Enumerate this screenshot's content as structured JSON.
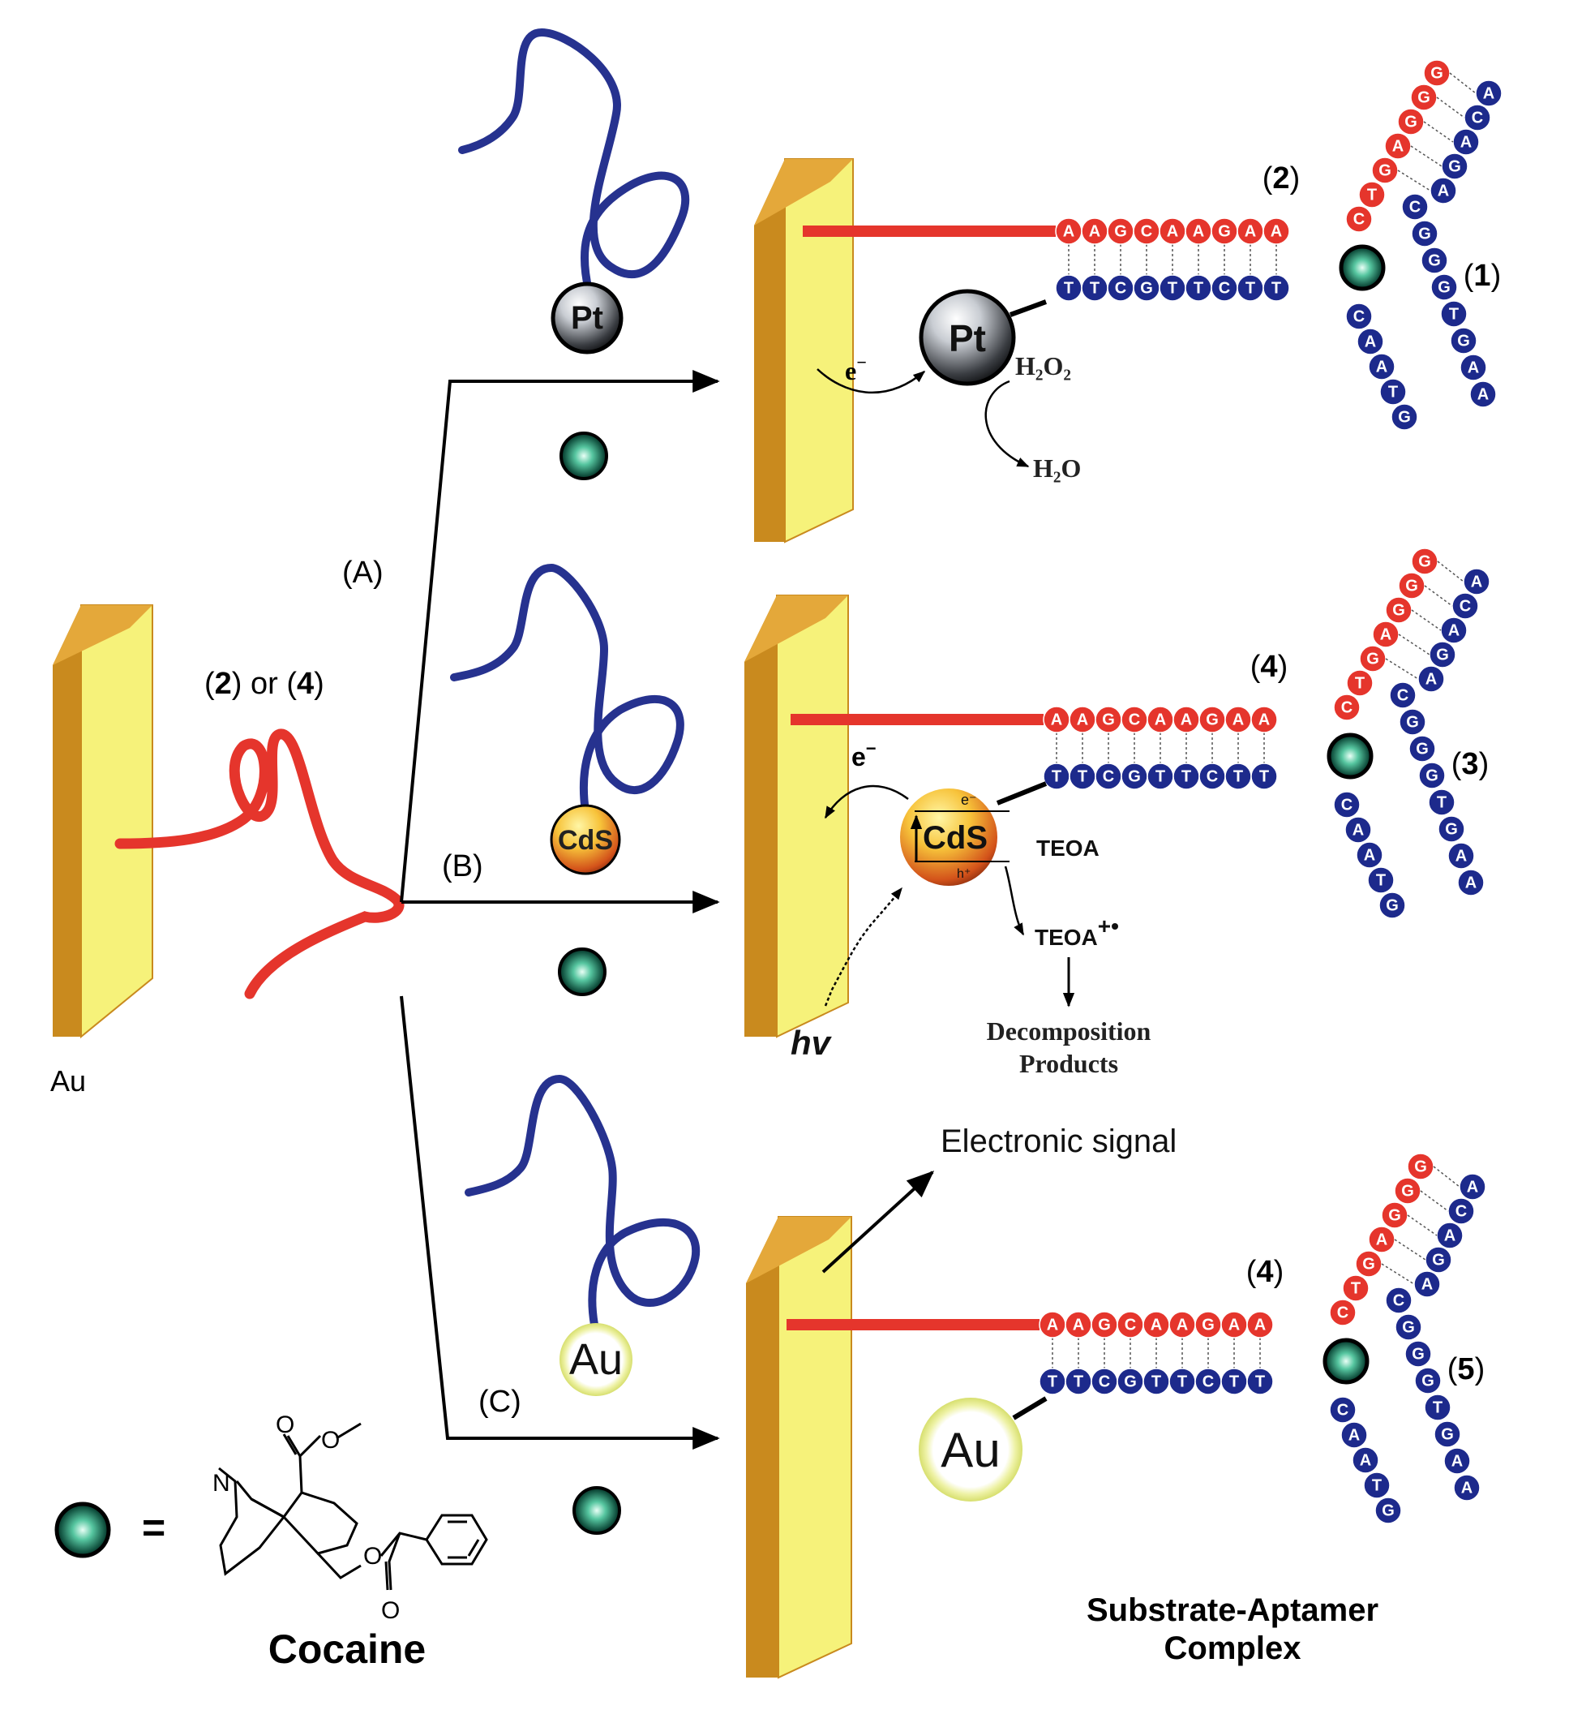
{
  "source_electrode": {
    "metal_label": "Au",
    "strand_label_parts": [
      "(",
      "2",
      ") or (",
      "4",
      ")"
    ]
  },
  "routes": [
    {
      "label": "(A)",
      "particle": "Pt"
    },
    {
      "label": "(B)",
      "particle": "CdS"
    },
    {
      "label": "(C)",
      "particle": "Au"
    }
  ],
  "complexes": [
    {
      "substrate_label": "(2)",
      "aptamer_label": "(1)",
      "substrate_seq": [
        "A",
        "A",
        "G",
        "C",
        "A",
        "A",
        "G",
        "A",
        "A"
      ],
      "complement_seq": [
        "T",
        "T",
        "C",
        "G",
        "T",
        "T",
        "C",
        "T",
        "T"
      ],
      "red_arm": [
        "C",
        "T",
        "G",
        "A",
        "G",
        "G",
        "G"
      ],
      "blue_outer": [
        "A",
        "C",
        "A",
        "G",
        "A",
        "C",
        "G",
        "G",
        "G",
        "T",
        "G",
        "A",
        "A"
      ],
      "blue_inner": [
        "C",
        "A",
        "A",
        "T",
        "G"
      ],
      "nanoparticle": "Pt",
      "annotations": {
        "electron": "e",
        "electron_sup": "−",
        "reactant": "H₂O₂",
        "product": "H₂O"
      }
    },
    {
      "substrate_label": "(4)",
      "aptamer_label": "(3)",
      "substrate_seq": [
        "A",
        "A",
        "G",
        "C",
        "A",
        "A",
        "G",
        "A",
        "A"
      ],
      "complement_seq": [
        "T",
        "T",
        "C",
        "G",
        "T",
        "T",
        "C",
        "T",
        "T"
      ],
      "red_arm": [
        "C",
        "T",
        "G",
        "A",
        "G",
        "G",
        "G"
      ],
      "blue_outer": [
        "A",
        "C",
        "A",
        "G",
        "A",
        "C",
        "G",
        "G",
        "G",
        "T",
        "G",
        "A",
        "A"
      ],
      "blue_inner": [
        "C",
        "A",
        "A",
        "T",
        "G"
      ],
      "nanoparticle": "CdS",
      "annotations": {
        "electron": "e",
        "electron_sup": "−",
        "cb_electron": "e⁻",
        "vb_hole": "h⁺",
        "donor": "TEOA",
        "oxidized_donor": "TEOA",
        "oxidized_sup": "+•",
        "light": "hv",
        "products_line1": "Decomposition",
        "products_line2": "Products"
      }
    },
    {
      "substrate_label": "(4)",
      "aptamer_label": "(5)",
      "substrate_seq": [
        "A",
        "A",
        "G",
        "C",
        "A",
        "A",
        "G",
        "A",
        "A"
      ],
      "complement_seq": [
        "T",
        "T",
        "C",
        "G",
        "T",
        "T",
        "C",
        "T",
        "T"
      ],
      "red_arm": [
        "C",
        "T",
        "G",
        "A",
        "G",
        "G",
        "G"
      ],
      "blue_outer": [
        "A",
        "C",
        "A",
        "G",
        "A",
        "C",
        "G",
        "G",
        "G",
        "T",
        "G",
        "A",
        "A"
      ],
      "blue_inner": [
        "C",
        "A",
        "A",
        "T",
        "G"
      ],
      "nanoparticle": "Au",
      "annotations": {
        "signal": "Electronic signal"
      }
    }
  ],
  "legend": {
    "equals": "=",
    "molecule": "Cocaine"
  },
  "complex_caption": [
    "Substrate-Aptamer",
    "Complex"
  ],
  "colors": {
    "electrode_face": "#f6f27a",
    "electrode_edge": "#c98a1e",
    "substrate_red": "#e5352c",
    "aptamer_blue": "#1d2a8c",
    "loop_blue": "#26328f",
    "cocaine_bead": "#1f8a6e"
  }
}
